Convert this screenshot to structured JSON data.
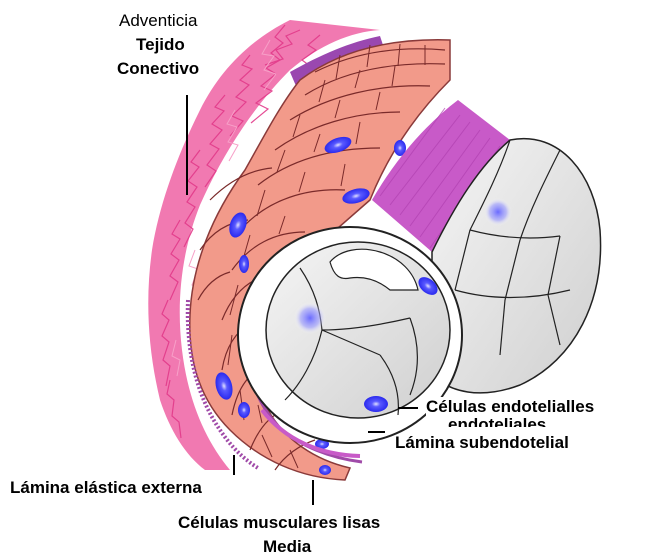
{
  "labels": {
    "adventicia": "Adventicia",
    "tejido_conectivo_1": "Tejido",
    "tejido_conectivo_2": "Conectivo",
    "celulas_endoteliales": "Células endotelialles",
    "celulas_endoteliales_overlap": "endoteliales",
    "lamina_subendotelial": "Lámina  subendotelial",
    "lamina_elastica_externa": "Lámina elástica externa",
    "celulas_musculares_lisas": "Células musculares lisas",
    "media": "Media"
  },
  "colors": {
    "adventitia": "#e8589a",
    "media_salmon": "#f29a8a",
    "media_stripe": "#f7b0a2",
    "elastic": "#a04aa8",
    "endothelium": "#e9e9e9",
    "nucleus": "#3a3aff",
    "subendothelial": "#c85ac8"
  }
}
